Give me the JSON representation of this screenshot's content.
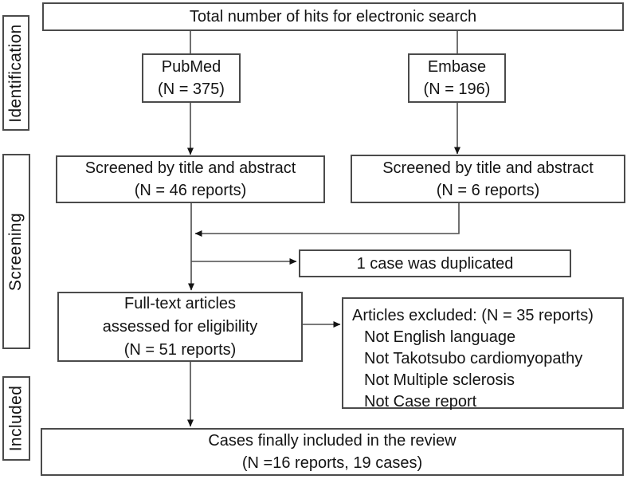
{
  "sidebar": {
    "identification": "Identification",
    "screening": "Screening",
    "included": "Included"
  },
  "boxes": {
    "total": {
      "text": "Total number of hits for electronic search"
    },
    "pubmed": {
      "lines": [
        "PubMed",
        "(N = 375)"
      ]
    },
    "embase": {
      "lines": [
        "Embase",
        "(N = 196)"
      ]
    },
    "screened_pubmed": {
      "lines": [
        "Screened by title and abstract",
        "(N = 46 reports)"
      ]
    },
    "screened_embase": {
      "lines": [
        "Screened by title and abstract",
        "(N = 6 reports)"
      ]
    },
    "duplicated": {
      "text": "1 case was duplicated"
    },
    "fulltext": {
      "lines": [
        "Full-text articles",
        "assessed for eligibility",
        "(N = 51 reports)"
      ]
    },
    "excluded": {
      "header": "Articles excluded: (N = 35 reports)",
      "items": [
        "Not English language",
        "Not Takotsubo cardiomyopathy",
        "Not Multiple sclerosis",
        "Not Case report"
      ]
    },
    "final": {
      "lines": [
        "Cases finally included in the review",
        "(N =16 reports, 19 cases)"
      ]
    }
  },
  "colors": {
    "border": "#4b4b4b",
    "line": "#4d4d4d",
    "arrowhead": "#141414",
    "background": "#ffffff",
    "text": "#141414"
  }
}
